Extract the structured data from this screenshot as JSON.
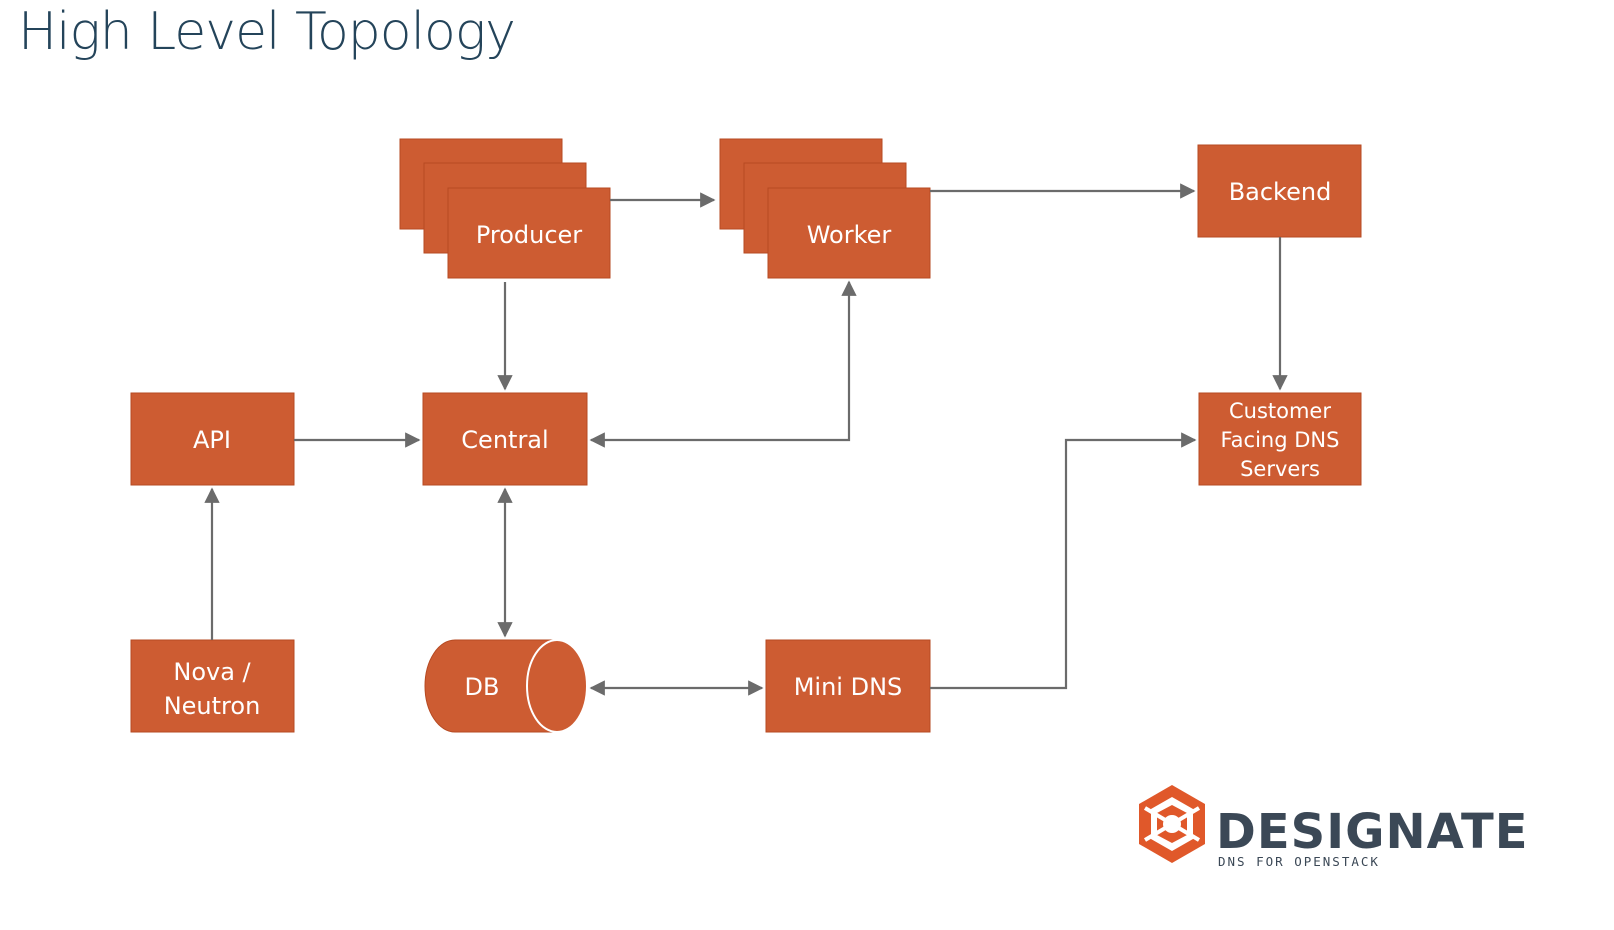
{
  "title": "High Level Topology",
  "colors": {
    "box": "#cd5c32",
    "arrow": "#6b6b6b",
    "title": "#24445a",
    "logo": "#3b4856"
  },
  "nodes": {
    "producer": "Producer",
    "worker": "Worker",
    "backend": "Backend",
    "api": "API",
    "central": "Central",
    "customer_dns": [
      "Customer",
      "Facing DNS",
      "Servers"
    ],
    "nova_neutron": [
      "Nova /",
      "Neutron"
    ],
    "db": "DB",
    "mini_dns": "Mini DNS"
  },
  "edges": [
    {
      "from": "Producer",
      "to": "Worker",
      "direction": "one-way"
    },
    {
      "from": "Worker",
      "to": "Backend",
      "direction": "one-way"
    },
    {
      "from": "Producer",
      "to": "Central",
      "direction": "one-way"
    },
    {
      "from": "Central",
      "to": "Worker",
      "direction": "two-way"
    },
    {
      "from": "API",
      "to": "Central",
      "direction": "one-way"
    },
    {
      "from": "Nova / Neutron",
      "to": "API",
      "direction": "one-way"
    },
    {
      "from": "Central",
      "to": "DB",
      "direction": "two-way"
    },
    {
      "from": "DB",
      "to": "Mini DNS",
      "direction": "two-way"
    },
    {
      "from": "Backend",
      "to": "Customer Facing DNS Servers",
      "direction": "one-way"
    },
    {
      "from": "Mini DNS",
      "to": "Customer Facing DNS Servers",
      "direction": "one-way"
    }
  ],
  "logo": {
    "name": "DESIGNATE",
    "tagline": "DNS FOR OPENSTACK",
    "icon": "designate-hexagon-icon"
  }
}
